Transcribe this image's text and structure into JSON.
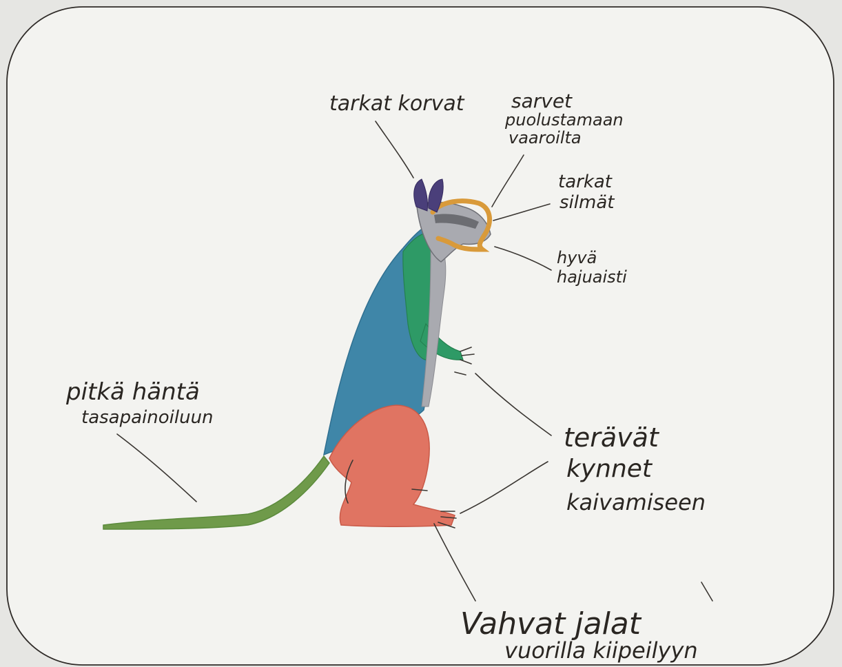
{
  "drawing": {
    "labels": {
      "ears": "tarkat korvat",
      "horns_1": "sarvet",
      "horns_2": "puolustamaan",
      "horns_3": "vaaroilta",
      "eyes_1": "tarkat",
      "eyes_2": "silmät",
      "smell_1": "hyvä",
      "smell_2": "hajuaisti",
      "tail_1": "pitkä häntä",
      "tail_2": "tasapainoiluun",
      "claws_1": "terävät",
      "claws_2": "kynnet",
      "claws_3": "kaivamiseen",
      "legs_1": "Vahvat jalat",
      "legs_2": "vuorilla kiipeilyyn"
    },
    "colors": {
      "paper": "#f3f3f0",
      "frame": "#2f2b28",
      "body_blue": "#3f86a8",
      "chest_green": "#2e9a66",
      "legs_red": "#e07462",
      "tail_green": "#6f9a4a",
      "ears_purple": "#4a3f7a",
      "horn_orange": "#d99a3a",
      "head_grey": "#a9aab0"
    }
  }
}
